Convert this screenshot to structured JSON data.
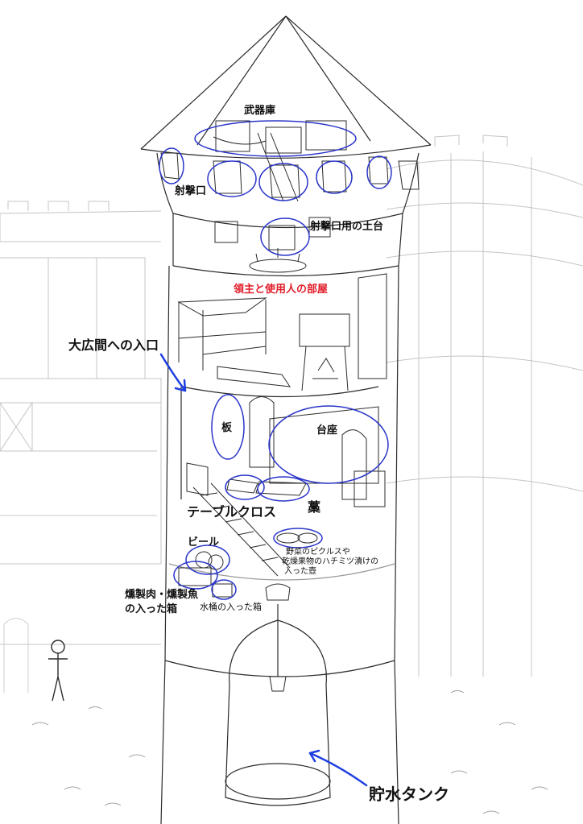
{
  "colors": {
    "sketch": "#2b2b2b",
    "faint": "#bdbdbd",
    "circle": "#2a35c9",
    "arrow": "#1e3fe0",
    "red_label": "#e11d2a"
  },
  "labels": {
    "armory": "武器庫",
    "loophole": "射撃口",
    "loophole_platform": "射撃口用の土台",
    "lord_room": "領主と使用人の部屋",
    "great_hall_entrance": "大広間への入口",
    "plank": "板",
    "pedestal": "台座",
    "tablecloth": "テーブルクロス",
    "straw": "藁",
    "beer": "ビール",
    "pickles_line1": "野菜のピクルスや",
    "pickles_line2": "乾燥果物のハチミツ漬けの",
    "pickles_line3": "入った壺",
    "smoked_line1": "燻製肉・燻製魚",
    "smoked_line2": "の入った箱",
    "water_bucket_box": "水桶の入った箱",
    "water_tank": "貯水タンク"
  },
  "icons": [
    "person-figure-icon",
    "entrance-arrow-icon",
    "tank-arrow-icon",
    "chandelier-icon",
    "fireplace-icon",
    "bed-icon",
    "bucket-icon"
  ]
}
